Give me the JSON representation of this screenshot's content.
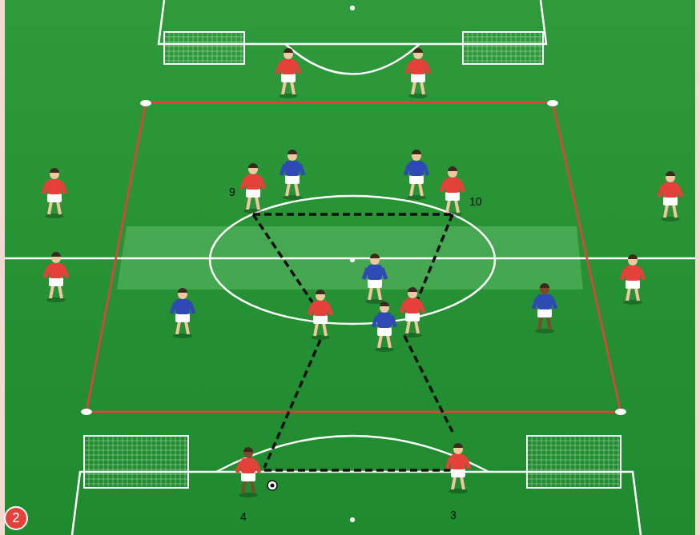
{
  "diagram": {
    "nodes": [
      {
        "text": [
          "2"
        ]
      }
    ],
    "labels": [
      "9",
      "10",
      "4",
      "3"
    ]
  }
}
